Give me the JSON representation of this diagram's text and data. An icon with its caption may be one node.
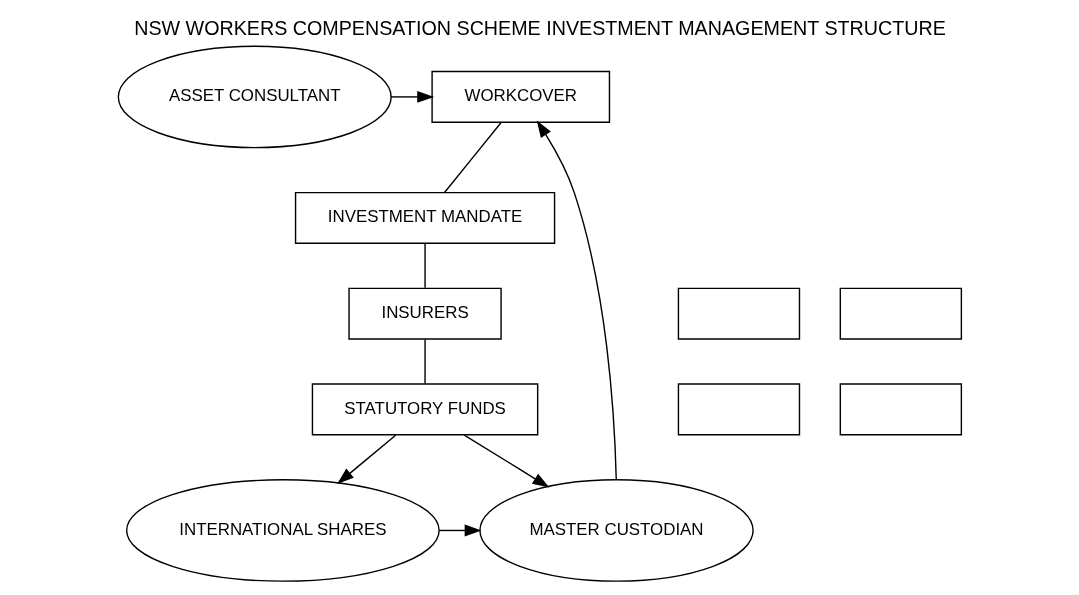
{
  "diagram": {
    "title": "NSW WORKERS COMPENSATION SCHEME INVESTMENT MANAGEMENT STRUCTURE",
    "nodes": [
      {
        "text": [
          "WORKCOVER"
        ]
      },
      {
        "text": [
          "INVESTMENT MANDATE"
        ]
      },
      {
        "text": [],
        "shape": "box"
      },
      {
        "text": [],
        "shape": "box"
      },
      {
        "text": [
          "INSURERS"
        ]
      },
      {
        "text": [],
        "shape": "box"
      },
      {
        "text": [],
        "shape": "box"
      },
      {
        "text": [
          "STATUTORY FUNDS"
        ]
      },
      {
        "text": [
          "ASSET CONSULTANT"
        ]
      },
      {
        "text": [
          "INTERNATIONAL SHARES"
        ]
      },
      {
        "text": [
          "MASTER CUSTODIAN"
        ]
      }
    ],
    "edges": [
      {
        "from": 0,
        "to": 1,
        "arrow": "none"
      },
      {
        "from": 1,
        "to": 4,
        "arrow": "none"
      },
      {
        "from": 4,
        "to": 7,
        "arrow": "none"
      },
      {
        "from": 8,
        "to": 0,
        "arrow": "to"
      },
      {
        "from": 10,
        "to": 0,
        "arrow": "to"
      },
      {
        "from": 7,
        "to": 9,
        "arrow": "to"
      },
      {
        "from": 7,
        "to": 10,
        "arrow": "to"
      },
      {
        "from": 9,
        "to": 10,
        "arrow": "to"
      }
    ]
  }
}
